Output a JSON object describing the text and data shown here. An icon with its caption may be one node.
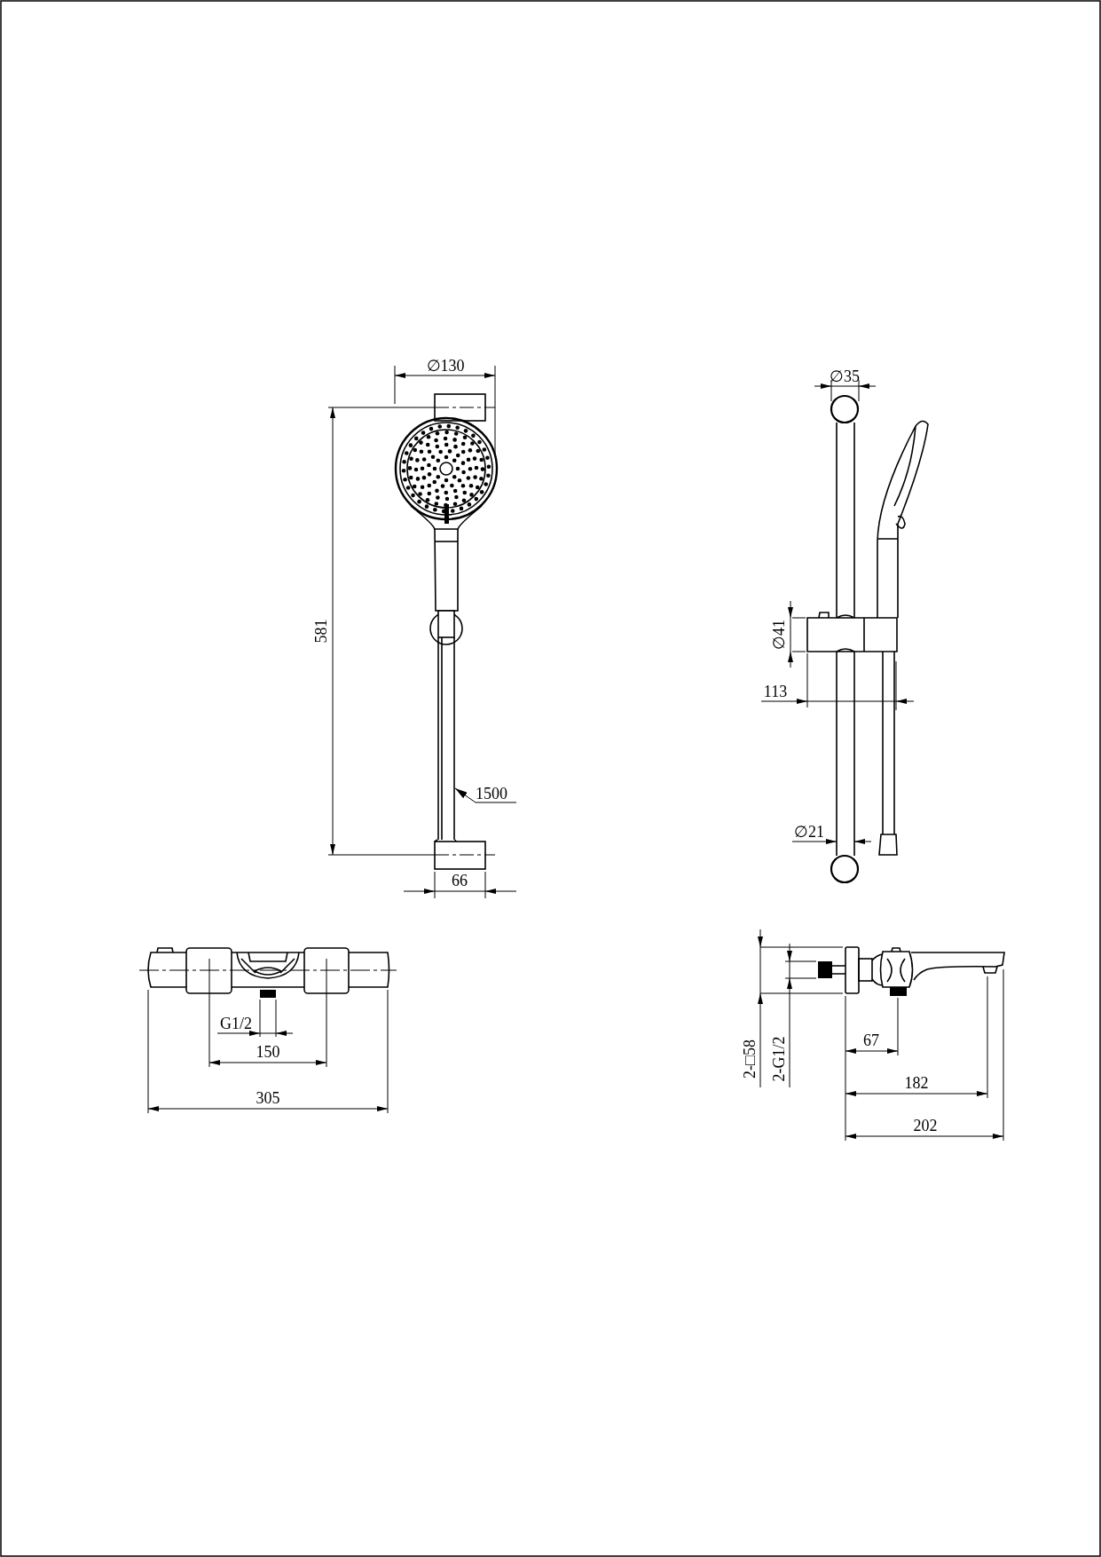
{
  "diagram": {
    "nodes": [
      {
        "text": [
          "1500"
        ]
      },
      {
        "text": [],
        "shape": "bar"
      }
    ],
    "edges": [
      {
        "from": 0,
        "to": 1,
        "arrow": "to"
      }
    ],
    "labels": [
      "∅130",
      "∅35",
      "581",
      "∅41",
      "113",
      "∅21",
      "66",
      "G1/2",
      "150",
      "305",
      "2-□58",
      "2-G1/2",
      "67",
      "182",
      "202"
    ]
  }
}
